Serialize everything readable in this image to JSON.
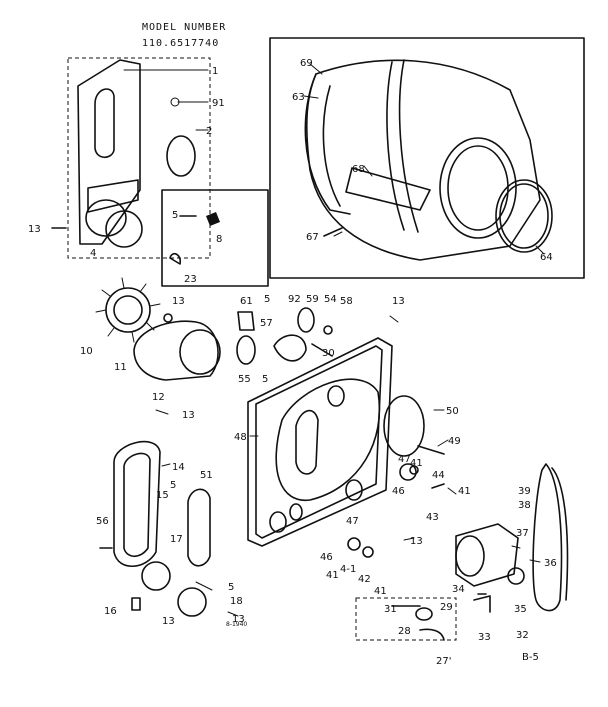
{
  "header": {
    "model_label": "MODEL NUMBER",
    "model_number": "110.6517740"
  },
  "footer": {
    "drawing_code": "8-1940",
    "page_code": "B-5"
  },
  "part_labels": {
    "p1": "1",
    "p91": "91",
    "p2": "2",
    "p13a": "13",
    "p4": "4",
    "p5a": "5",
    "p8": "8",
    "p23": "23",
    "p69": "69",
    "p63": "63",
    "p68": "68",
    "p67": "67",
    "p64": "64",
    "p10": "10",
    "p13b": "13",
    "p11": "11",
    "p61": "61",
    "p5b": "5",
    "p92": "92",
    "p59": "59",
    "p54": "54",
    "p58": "58",
    "p13c": "13",
    "p57": "57",
    "p30": "30",
    "p55": "55",
    "p5c": "5",
    "p12": "12",
    "p13d": "13",
    "p48": "48",
    "p50": "50",
    "p49": "49",
    "p47a": "47",
    "p41a": "41",
    "p46a": "46",
    "p44": "44",
    "p41b": "41",
    "p43": "43",
    "p14": "14",
    "p15": "15",
    "p5d": "5",
    "p51": "51",
    "p56": "56",
    "p17": "17",
    "p5e": "5",
    "p16": "16",
    "p13e": "13",
    "p18": "18",
    "p13f": "13",
    "p47b": "47",
    "p46b": "46",
    "p41c": "41",
    "p4_1": "4-1",
    "p42": "42",
    "p41d": "41",
    "p13g": "13",
    "p39": "39",
    "p38": "38",
    "p37": "37",
    "p36": "36",
    "p34": "34",
    "p35": "35",
    "p32": "32",
    "p31": "31",
    "p29": "29",
    "p28": "28",
    "p33": "33",
    "p27": "27'"
  }
}
